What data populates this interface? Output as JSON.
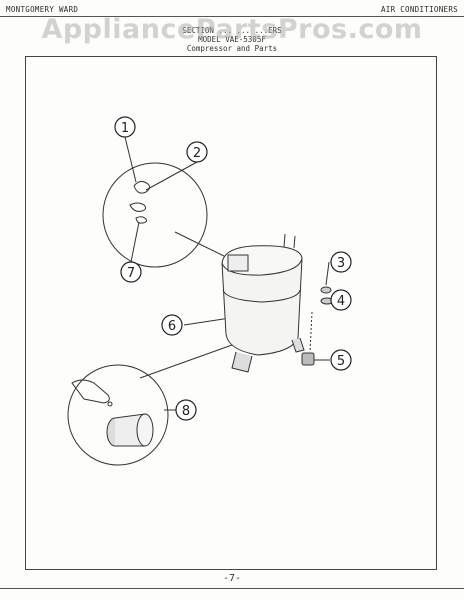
{
  "header": {
    "left": "MONTGOMERY WARD",
    "right": "AIR CONDITIONERS"
  },
  "watermark": "AppliancePartsPros.com",
  "title": {
    "line1": "SECTION ... ... ...ERS",
    "line2": "MODEL VAE-5305F",
    "line3": "Compressor and Parts"
  },
  "callouts": [
    {
      "num": "1"
    },
    {
      "num": "2"
    },
    {
      "num": "3"
    },
    {
      "num": "4"
    },
    {
      "num": "5"
    },
    {
      "num": "6"
    },
    {
      "num": "7"
    },
    {
      "num": "8"
    }
  ],
  "page_number": "-7-"
}
